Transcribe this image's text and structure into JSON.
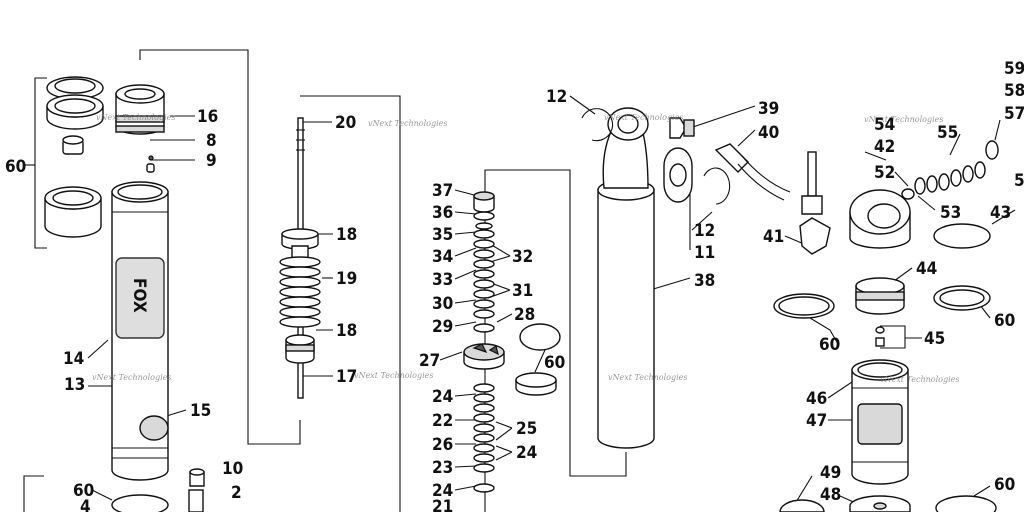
{
  "watermark": "vNext Technologies",
  "labels": {
    "p60a": "60",
    "p16": "16",
    "p8": "8",
    "p9": "9",
    "p14": "14",
    "p13": "13",
    "p15": "15",
    "p10": "10",
    "p2": "2",
    "p60b": "60",
    "p4": "4",
    "p20": "20",
    "p18a": "18",
    "p19": "19",
    "p18b": "18",
    "p17": "17",
    "p37": "37",
    "p36": "36",
    "p35": "35",
    "p34": "34",
    "p32": "32",
    "p33": "33",
    "p31": "31",
    "p30": "30",
    "p28": "28",
    "p29": "29",
    "p27": "27",
    "p60c": "60",
    "p24a": "24",
    "p22": "22",
    "p25": "25",
    "p26": "26",
    "p24b": "24",
    "p23": "23",
    "p24c": "24",
    "p21": "21",
    "p12a": "12",
    "p39": "39",
    "p40": "40",
    "p12b": "12",
    "p11": "11",
    "p38": "38",
    "p59": "59",
    "p58": "58",
    "p57": "57",
    "p5": "5",
    "p54": "54",
    "p42": "42",
    "p55": "55",
    "p52": "52",
    "p53": "53",
    "p43": "43",
    "p41": "41",
    "p44": "44",
    "p60d": "60",
    "p60e": "60",
    "p45": "45",
    "p46": "46",
    "p47": "47",
    "p49": "49",
    "p60f": "60",
    "p48": "48"
  },
  "brand_marks": {
    "fox": "FOX"
  }
}
